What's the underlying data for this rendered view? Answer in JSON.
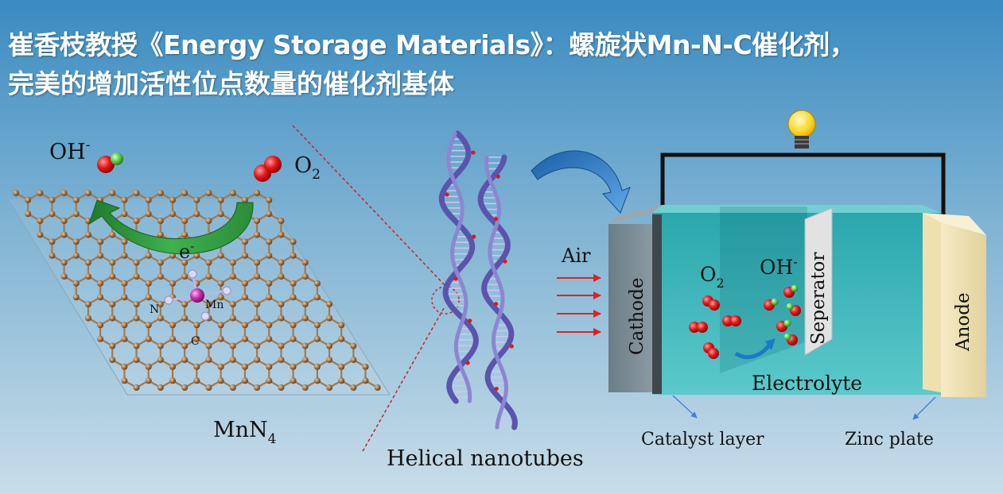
{
  "headline": {
    "line1": "崔香枝教授《Energy Storage Materials》：螺旋状Mn-N-C催化剂，",
    "line2": "完美的增加活性位点数量的催化剂基体"
  },
  "mn_site": {
    "oh_label": "OH",
    "oh_sup": "-",
    "o2_label": "O",
    "o2_sub": "2",
    "electron_label": "e",
    "electron_sup": "-",
    "n_label": "N",
    "mn_label": "Mn",
    "c_label": "C",
    "caption_main": "MnN",
    "caption_sub": "4"
  },
  "nanotubes": {
    "caption": "Helical nanotubes"
  },
  "battery": {
    "air_label": "Air",
    "cathode_label": "Cathode",
    "o2_label": "O",
    "o2_sub": "2",
    "oh_label": "OH",
    "oh_sup": "-",
    "separator_label": "Seperator",
    "anode_label": "Anode",
    "electrolyte_label": "Electrolyte",
    "catalyst_layer_label": "Catalyst layer",
    "zinc_plate_label": "Zinc plate"
  },
  "colors": {
    "background_top": "#3d8fc4",
    "background_bottom": "#c5dbe8",
    "arrow_green": "#2f9a3e",
    "air_arrow_red": "#e02020",
    "electrolyte_teal": "#3fb3b8",
    "dna_purple": "#6a63b8"
  }
}
